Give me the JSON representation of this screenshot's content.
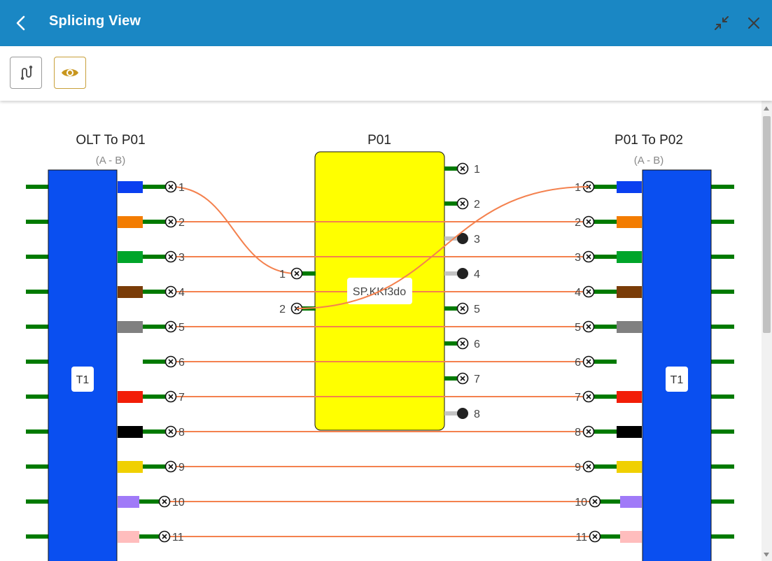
{
  "header": {
    "title": "Splicing View"
  },
  "colors": {
    "header_bg": "#1a87c4",
    "cable_body": "#0a4ff0",
    "splitter_body": "#ffff00",
    "fiber_stub": "#007a00",
    "splice_line": "#f4814e",
    "inactive_port": "#c4c4c4",
    "toolbar_active": "#c8a03a"
  },
  "toolbar": {
    "buttons": [
      {
        "icon": "route-icon"
      },
      {
        "icon": "eye-icon"
      }
    ]
  },
  "left_cable": {
    "title": "OLT To P01",
    "subtitle": "(A - B)",
    "tube_label": "T1",
    "fibers": [
      {
        "label": "1",
        "color": "#0a3ff0"
      },
      {
        "label": "2",
        "color": "#f37c00"
      },
      {
        "label": "3",
        "color": "#00a52a"
      },
      {
        "label": "4",
        "color": "#7a3c08"
      },
      {
        "label": "5",
        "color": "#808080"
      },
      {
        "label": "6",
        "color": "#ffffff"
      },
      {
        "label": "7",
        "color": "#f21d08"
      },
      {
        "label": "8",
        "color": "#000000"
      },
      {
        "label": "9",
        "color": "#f0d000"
      },
      {
        "label": "10",
        "color": "#a07af8"
      },
      {
        "label": "11",
        "color": "#ffbdbd"
      }
    ]
  },
  "right_cable": {
    "title": "P01 To P02",
    "subtitle": "(A - B)",
    "tube_label": "T1",
    "fibers": [
      {
        "label": "1",
        "color": "#0a3ff0"
      },
      {
        "label": "2",
        "color": "#f37c00"
      },
      {
        "label": "3",
        "color": "#00a52a"
      },
      {
        "label": "4",
        "color": "#7a3c08"
      },
      {
        "label": "5",
        "color": "#808080"
      },
      {
        "label": "6",
        "color": "#ffffff"
      },
      {
        "label": "7",
        "color": "#f21d08"
      },
      {
        "label": "8",
        "color": "#000000"
      },
      {
        "label": "9",
        "color": "#f0d000"
      },
      {
        "label": "10",
        "color": "#a07af8"
      },
      {
        "label": "11",
        "color": "#ffbdbd"
      }
    ]
  },
  "splitter": {
    "title": "P01",
    "label": "SP.KKf3do",
    "inputs": [
      {
        "label": "1"
      },
      {
        "label": "2"
      }
    ],
    "outputs": [
      {
        "label": "1",
        "state": "spliced"
      },
      {
        "label": "2",
        "state": "spliced"
      },
      {
        "label": "3",
        "state": "free"
      },
      {
        "label": "4",
        "state": "free"
      },
      {
        "label": "5",
        "state": "spliced"
      },
      {
        "label": "6",
        "state": "spliced"
      },
      {
        "label": "7",
        "state": "spliced"
      },
      {
        "label": "8",
        "state": "free"
      }
    ]
  },
  "splices": [
    {
      "from": "left.1",
      "to": "splitter.in.1"
    },
    {
      "from": "splitter.in.2",
      "to": "right.1"
    },
    {
      "from": "left.2",
      "to": "right.2"
    },
    {
      "from": "left.3",
      "to": "right.3"
    },
    {
      "from": "left.4",
      "to": "right.4"
    },
    {
      "from": "left.5",
      "to": "right.5"
    },
    {
      "from": "left.6",
      "to": "right.6"
    },
    {
      "from": "left.7",
      "to": "right.7"
    },
    {
      "from": "left.8",
      "to": "right.8"
    },
    {
      "from": "left.9",
      "to": "right.9"
    },
    {
      "from": "left.10",
      "to": "right.10"
    },
    {
      "from": "left.11",
      "to": "right.11"
    }
  ]
}
